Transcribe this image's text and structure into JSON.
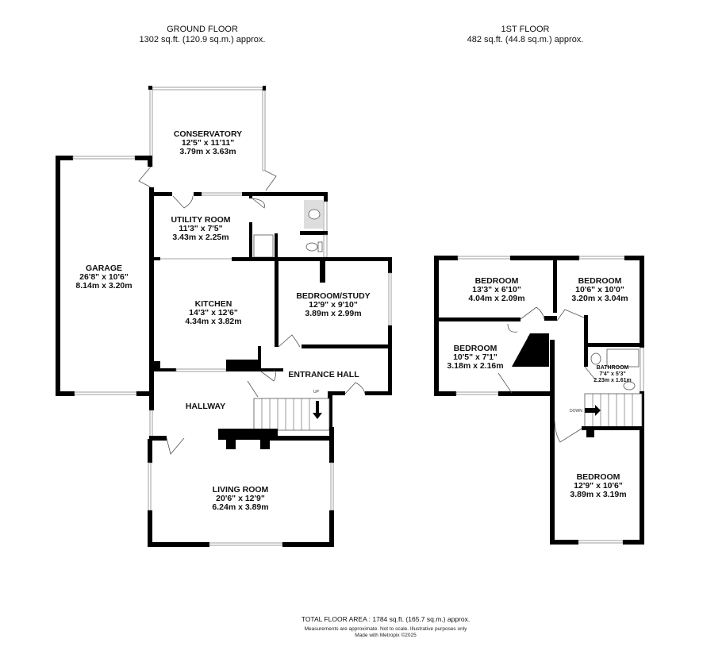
{
  "ground_floor": {
    "title": "GROUND FLOOR",
    "area": "1302 sq.ft. (120.9 sq.m.) approx.",
    "rooms": [
      {
        "name": "CONSERVATORY",
        "imperial": "12'5\"  x 11'11\"",
        "metric": "3.79m  x 3.63m"
      },
      {
        "name": "UTILITY ROOM",
        "imperial": "11'3\"  x 7'5\"",
        "metric": "3.43m  x 2.25m"
      },
      {
        "name": "GARAGE",
        "imperial": "26'8\"  x 10'6\"",
        "metric": "8.14m  x 3.20m"
      },
      {
        "name": "KITCHEN",
        "imperial": "14'3\"  x 12'6\"",
        "metric": "4.34m  x 3.82m"
      },
      {
        "name": "BEDROOM/STUDY",
        "imperial": "12'9\"  x 9'10\"",
        "metric": "3.89m  x 2.99m"
      },
      {
        "name": "ENTRANCE HALL"
      },
      {
        "name": "HALLWAY"
      },
      {
        "name": "LIVING ROOM",
        "imperial": "20'6\"  x 12'9\"",
        "metric": "6.24m  x 3.89m"
      }
    ],
    "stairs_label": "UP"
  },
  "first_floor": {
    "title": "1ST FLOOR",
    "area": "482 sq.ft. (44.8 sq.m.) approx.",
    "rooms": [
      {
        "name": "BEDROOM",
        "imperial": "13'3\"  x 6'10\"",
        "metric": "4.04m  x 2.09m"
      },
      {
        "name": "BEDROOM",
        "imperial": "10'6\"  x 10'0\"",
        "metric": "3.20m  x 3.04m"
      },
      {
        "name": "BEDROOM",
        "imperial": "10'5\"  x 7'1\"",
        "metric": "3.18m  x 2.16m"
      },
      {
        "name": "BATHROOM",
        "imperial": "7'4\"  x 5'3\"",
        "metric": "2.23m  x 1.61m"
      },
      {
        "name": "BEDROOM",
        "imperial": "12'9\"  x 10'6\"",
        "metric": "3.89m  x 3.19m"
      }
    ],
    "stairs_label": "DOWN"
  },
  "footer": {
    "total": "TOTAL FLOOR AREA : 1784 sq.ft. (165.7 sq.m.) approx.",
    "disclaimer": "Measurements are approximate.  Not to scale.  Illustrative purposes only",
    "credit": "Made with Metropix ©2025"
  }
}
